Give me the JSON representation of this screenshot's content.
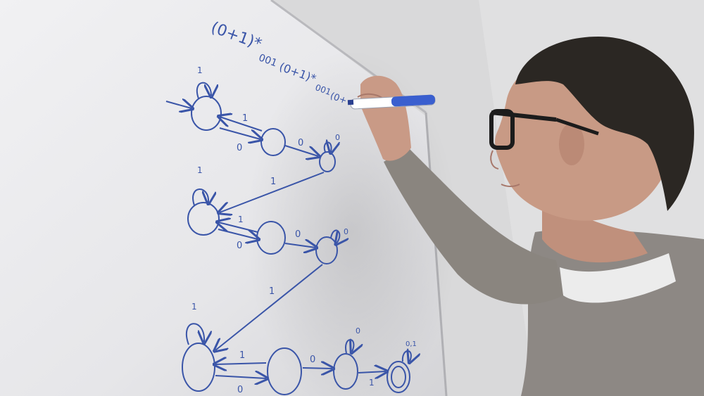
{
  "photo": {
    "description_kind": "photo",
    "board_texts": {
      "regex_line1": "(0+1)*",
      "regex_line2": "001",
      "regex_line3": "(0+1)*",
      "regex_line4": "001",
      "regex_line5": "(0+"
    },
    "transition_labels": {
      "r1_loop_a": "1",
      "r1_back": "1",
      "r1_fwd": "0",
      "r1_next": "0",
      "r1_loop_c": "0",
      "r1_down": "1",
      "r2_loop_a": "1",
      "r2_back": "1",
      "r2_fwd": "0",
      "r2_next": "0",
      "r2_loop_c": "0",
      "r2_down": "1",
      "r3_loop_a": "1",
      "r3_back": "1",
      "r3_fwd": "0",
      "r3_next": "0",
      "r3_loop_c": "0",
      "r3_final": "1",
      "r3_loop_f": "0,1"
    },
    "colors": {
      "ink": "#3a55a8",
      "board": "#ececef",
      "wall": "#dcdcdc",
      "sweater": "#8f8a86",
      "hair": "#2a2622",
      "marker": "#3a5fcf"
    }
  }
}
